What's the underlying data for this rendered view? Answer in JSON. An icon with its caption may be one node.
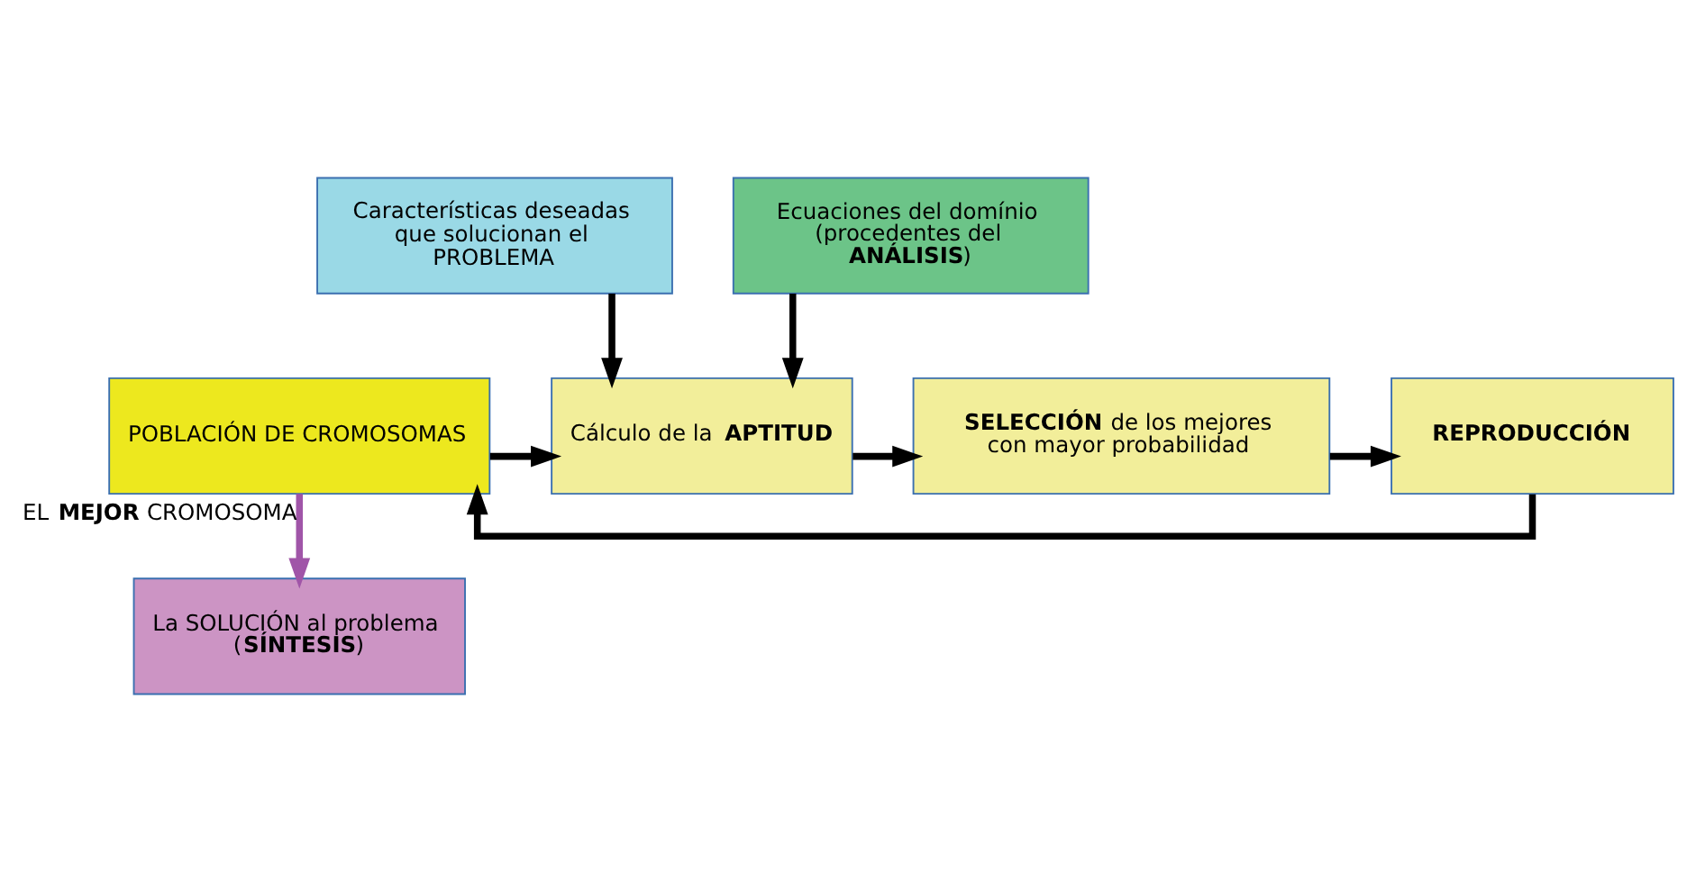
{
  "diagram": {
    "nodes": [
      {
        "text": [
          "Características deseadas que solucionan el PROBLEMA"
        ]
      },
      {
        "text": [
          "Ecuaciones del domínio (procedentes del **ANÁLISIS**)"
        ]
      },
      {
        "text": [
          "POBLACIÓN DE CROMOSOMAS"
        ]
      },
      {
        "text": [
          "Cálculo de la **APTITUD**"
        ]
      },
      {
        "text": [
          "**SELECCIÓN** de los mejores con mayor probabilidad"
        ]
      },
      {
        "text": [
          "REPRODUCCIÓN"
        ]
      },
      {
        "text": [
          "La SOLUCIÓN al problema (**SÍNTESIS**)"
        ]
      }
    ],
    "edges": [
      {
        "from": 0,
        "to": 3,
        "arrow": "to"
      },
      {
        "from": 1,
        "to": 3,
        "arrow": "to"
      },
      {
        "from": 2,
        "to": 3,
        "arrow": "to"
      },
      {
        "from": 3,
        "to": 4,
        "arrow": "to"
      },
      {
        "from": 4,
        "to": 5,
        "arrow": "to"
      },
      {
        "from": 5,
        "to": 2,
        "arrow": "to"
      },
      {
        "from": 2,
        "to": 6,
        "arrow": "to",
        "label": "EL **MEJOR** CROMOSOMA",
        "color": "#a055a8"
      }
    ]
  }
}
